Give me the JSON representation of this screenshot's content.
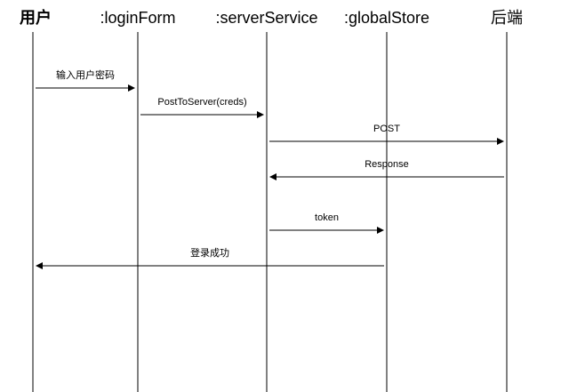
{
  "participants": [
    {
      "id": "user",
      "label": "用户",
      "bold": true
    },
    {
      "id": "loginForm",
      "label": ":loginForm",
      "bold": false
    },
    {
      "id": "serverService",
      "label": ":serverService",
      "bold": false
    },
    {
      "id": "globalStore",
      "label": ":globalStore",
      "bold": false
    },
    {
      "id": "backend",
      "label": "后端",
      "bold": false
    }
  ],
  "messages": [
    {
      "from": "user",
      "to": "loginForm",
      "label": "输入用户密码"
    },
    {
      "from": "loginForm",
      "to": "serverService",
      "label": "PostToServer(creds)"
    },
    {
      "from": "serverService",
      "to": "backend",
      "label": "POST"
    },
    {
      "from": "backend",
      "to": "serverService",
      "label": "Response"
    },
    {
      "from": "serverService",
      "to": "globalStore",
      "label": "token"
    },
    {
      "from": "globalStore",
      "to": "user",
      "label": "登录成功"
    }
  ],
  "colors": {
    "line": "#000000",
    "text": "#000000",
    "background": "#ffffff"
  }
}
